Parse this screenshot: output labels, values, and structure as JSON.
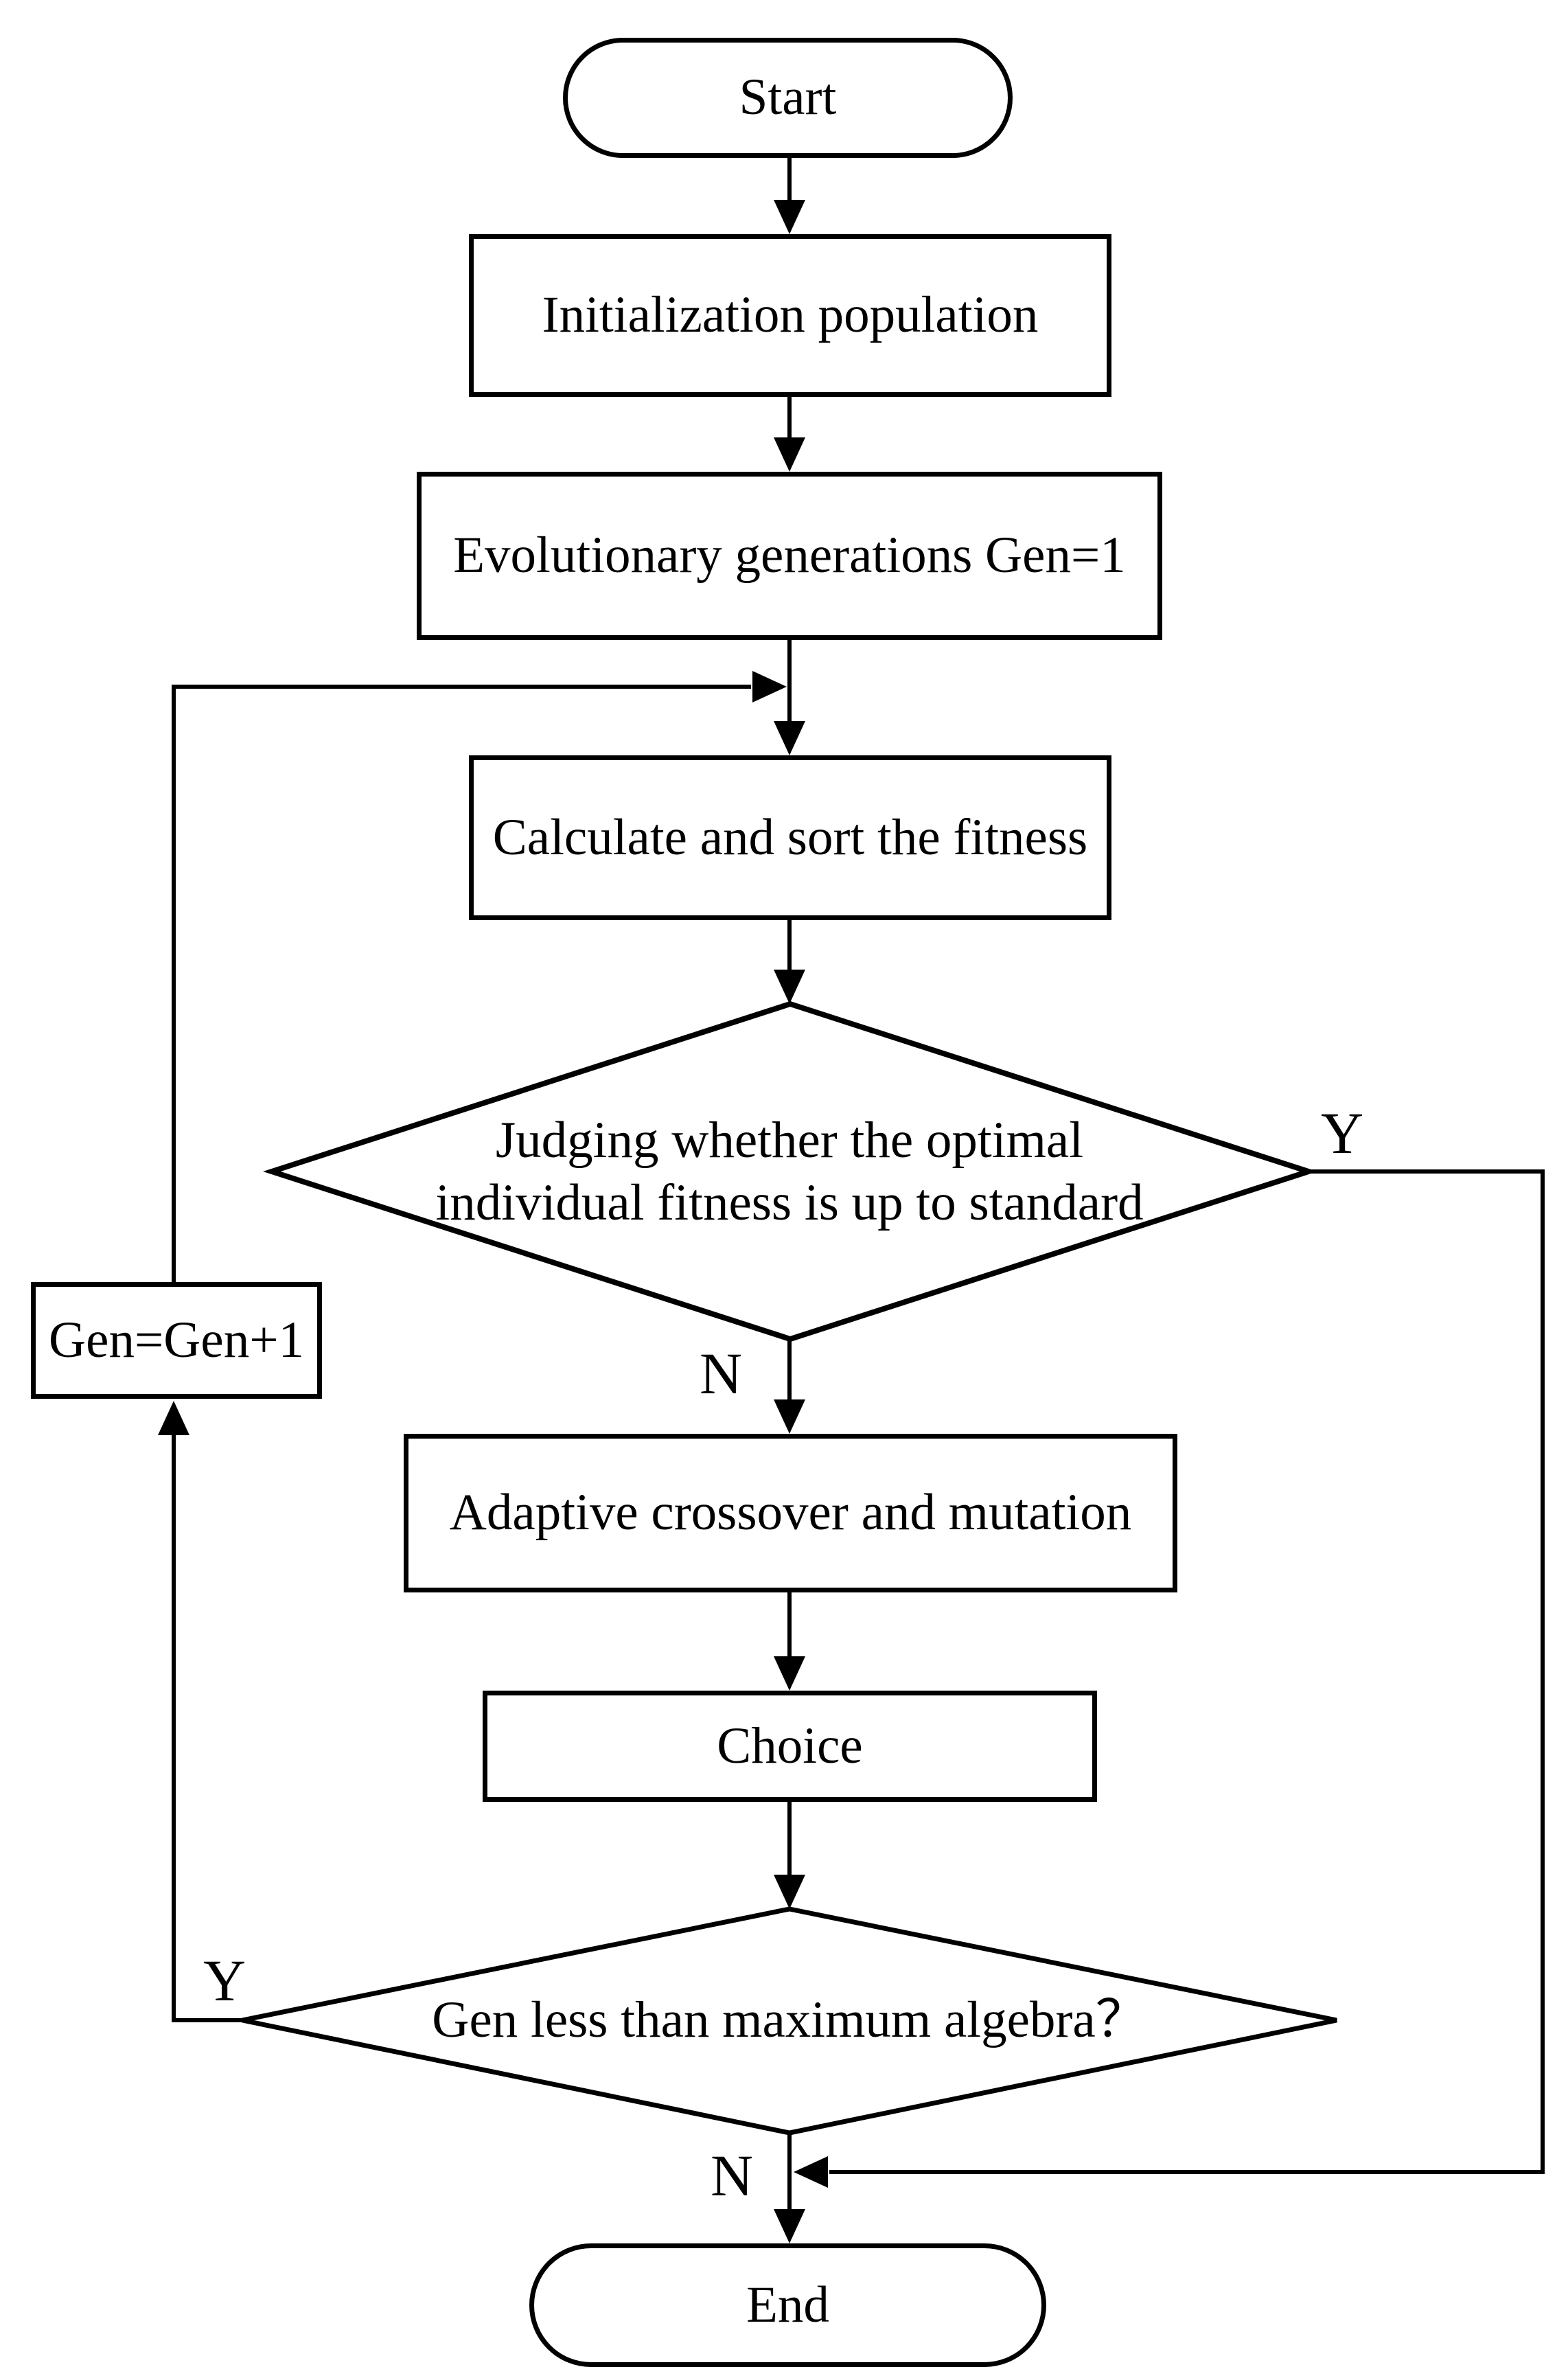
{
  "colors": {
    "background": "#ffffff",
    "stroke": "#000000"
  },
  "nodes": {
    "start": {
      "label": "Start",
      "shape": "terminator"
    },
    "initialization": {
      "label": "Initialization population",
      "shape": "process"
    },
    "evolutionary": {
      "label": "Evolutionary generations Gen=1",
      "shape": "process"
    },
    "calculate": {
      "label": "Calculate and sort the fitness",
      "shape": "process"
    },
    "judge_fitness": {
      "line1": "Judging whether the optimal",
      "line2": "individual fitness is up to standard",
      "shape": "decision"
    },
    "gen_increment": {
      "label": "Gen=Gen+1",
      "shape": "process"
    },
    "adaptive": {
      "label": "Adaptive crossover and mutation",
      "shape": "process"
    },
    "choice": {
      "label": "Choice",
      "shape": "process"
    },
    "judge_generation": {
      "label": "Gen less than maximum algebra？",
      "shape": "decision"
    },
    "end": {
      "label": "End",
      "shape": "terminator"
    }
  },
  "edge_labels": {
    "judge_fitness_yes": "Y",
    "judge_fitness_no": "N",
    "judge_generation_yes": "Y",
    "judge_generation_no": "N"
  }
}
